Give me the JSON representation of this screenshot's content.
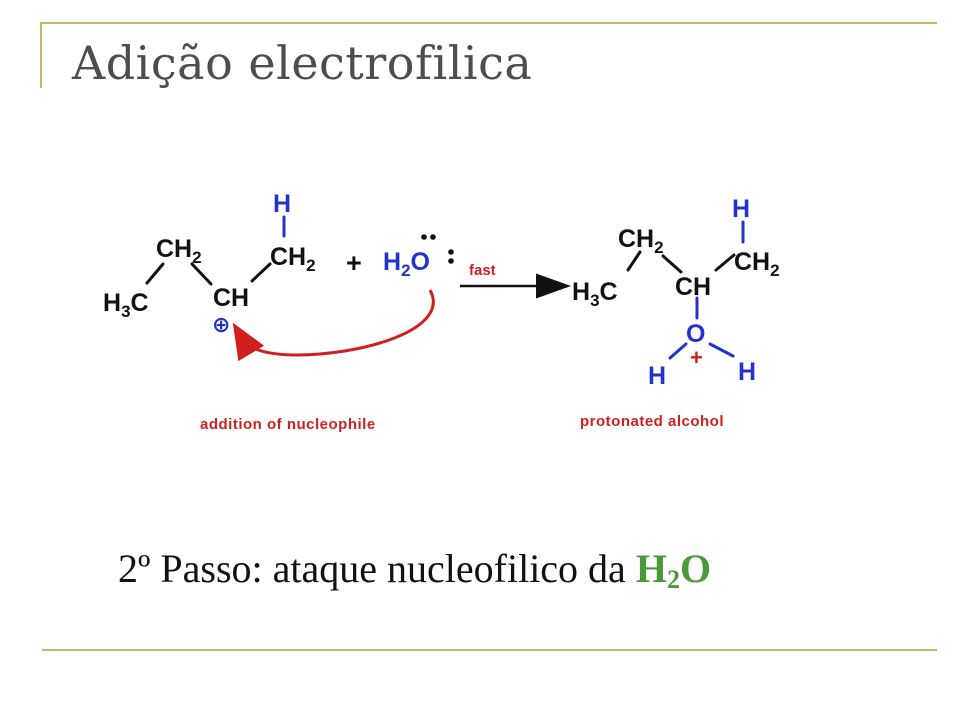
{
  "slide": {
    "title": "Adição electrofilica",
    "caption_prefix": "2º Passo: ataque nucleofilico  da ",
    "caption_formula_main": "H",
    "caption_formula_sub": "2",
    "caption_formula_end": "O"
  },
  "diagram": {
    "reactant": {
      "h3c_main": "H",
      "h3c_sub": "3",
      "h3c_end": "C",
      "ch2_left_main": "CH",
      "ch2_left_sub": "2",
      "ch_center": "CH",
      "ch2_right_main": "CH",
      "ch2_right_sub": "2",
      "h_top": "H",
      "positive_charge": "⊕"
    },
    "plus_sign": "+",
    "water": {
      "h": "H",
      "sub": "2",
      "o": "O"
    },
    "arrow_label": "fast",
    "product": {
      "h3c_main": "H",
      "h3c_sub": "3",
      "h3c_end": "C",
      "ch2_left_main": "CH",
      "ch2_left_sub": "2",
      "ch_center": "CH",
      "ch2_right_main": "CH",
      "ch2_right_sub": "2",
      "h_top": "H",
      "o": "O",
      "h_left": "H",
      "h_right": "H",
      "o_charge": "+"
    },
    "caption_left": "addition of nucleophile",
    "caption_right": "protonated alcohol"
  },
  "colors": {
    "title": "#4d4d4d",
    "rule": "#c9b46a",
    "blue": "#2233cc",
    "red": "#d11f1f",
    "formula_green": "#4a9a3a"
  }
}
